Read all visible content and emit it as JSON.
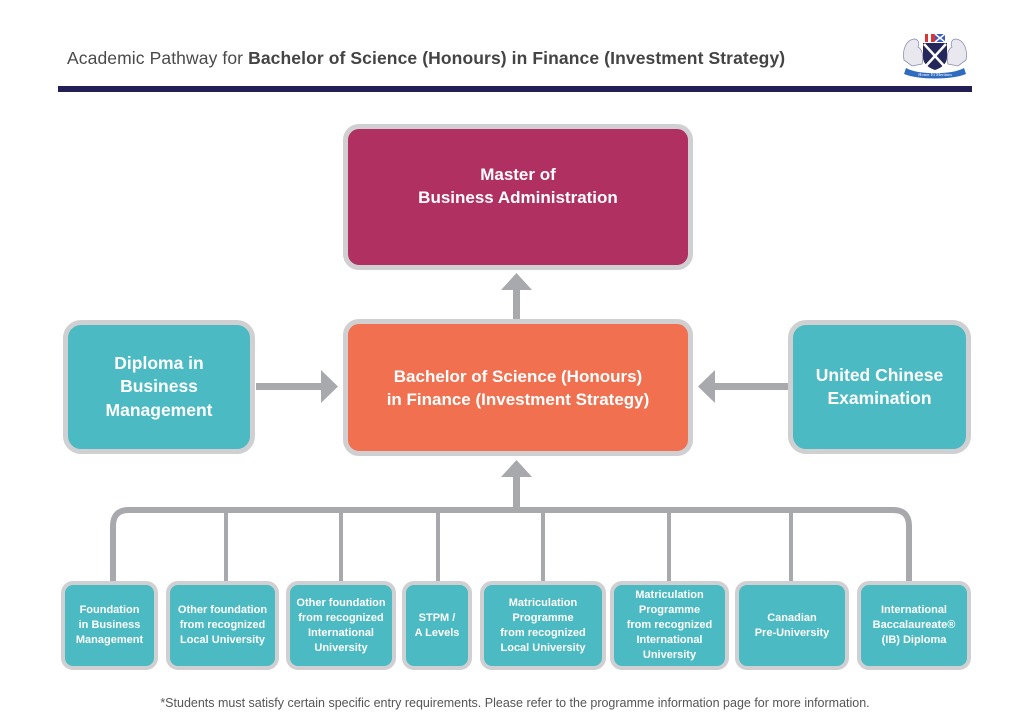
{
  "header": {
    "title_prefix": "Academic Pathway for ",
    "title_bold": "Bachelor of Science (Honours) in Finance (Investment Strategy)",
    "logo": {
      "icon": "university-crest-icon",
      "motto": "Honor Et Meritum"
    },
    "rule_color": "#221f54"
  },
  "colors": {
    "postgraduate": "#b03061",
    "degree": "#f07050",
    "entry": "#4bbac3",
    "connector": "#a7a9ac",
    "border": "#d0d0d2"
  },
  "nodes": {
    "postgraduate": {
      "label": "Master of\nBusiness Administration"
    },
    "degree": {
      "label": "Bachelor of Science (Honours)\nin Finance (Investment Strategy)"
    },
    "left_entry": {
      "label": "Diploma in\nBusiness\nManagement"
    },
    "right_entry": {
      "label": "United Chinese\nExamination"
    },
    "bottom_entries": [
      {
        "label": "Foundation\nin Business\nManagement"
      },
      {
        "label": "Other foundation\nfrom recognized\nLocal University"
      },
      {
        "label": "Other foundation\nfrom recognized\nInternational\nUniversity"
      },
      {
        "label": "STPM /\nA Levels"
      },
      {
        "label": "Matriculation\nProgramme\nfrom recognized\nLocal University"
      },
      {
        "label": "Matriculation\nProgramme\nfrom recognized\nInternational\nUniversity"
      },
      {
        "label": "Canadian\nPre-University"
      },
      {
        "label": "International\nBaccalaureate®\n(IB) Diploma"
      }
    ]
  },
  "edges": [
    {
      "from": "degree",
      "to": "postgraduate"
    },
    {
      "from": "left_entry",
      "to": "degree"
    },
    {
      "from": "right_entry",
      "to": "degree"
    },
    {
      "from": "bottom_entries",
      "to": "degree"
    }
  ],
  "footnote": "*Students must satisfy certain specific entry requirements. Please refer to the programme information page for more information."
}
